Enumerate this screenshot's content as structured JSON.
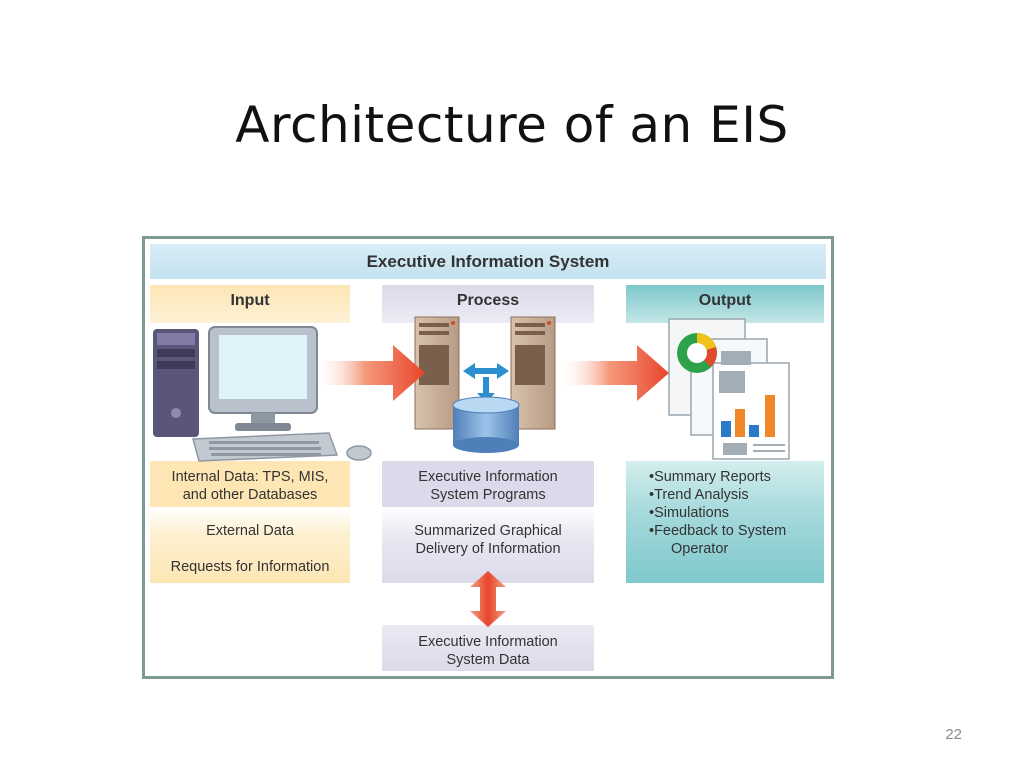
{
  "slide": {
    "title": "Architecture of an EIS",
    "page_number": "22"
  },
  "diagram": {
    "banner": "Executive Information System",
    "input": {
      "header": "Input",
      "internal_line1": "Internal Data: TPS, MIS,",
      "internal_line2": "and other Databases",
      "external": "External Data",
      "requests": "Requests for Information"
    },
    "process": {
      "header": "Process",
      "programs_line1": "Executive Information",
      "programs_line2": "System Programs",
      "summarized_line1": "Summarized Graphical",
      "summarized_line2": "Delivery of Information",
      "data_line1": "Executive Information",
      "data_line2": "System Data"
    },
    "output": {
      "header": "Output",
      "items": [
        "•Summary Reports",
        "•Trend Analysis",
        "•Simulations",
        "•Feedback to System"
      ],
      "item4_cont": "Operator"
    },
    "colors": {
      "input_bg": "#fde6b4",
      "process_bg": "#dcdaea",
      "output_bg": "#7ec8cc",
      "arrow": "#e8452b",
      "frame": "#7f9a94"
    }
  }
}
